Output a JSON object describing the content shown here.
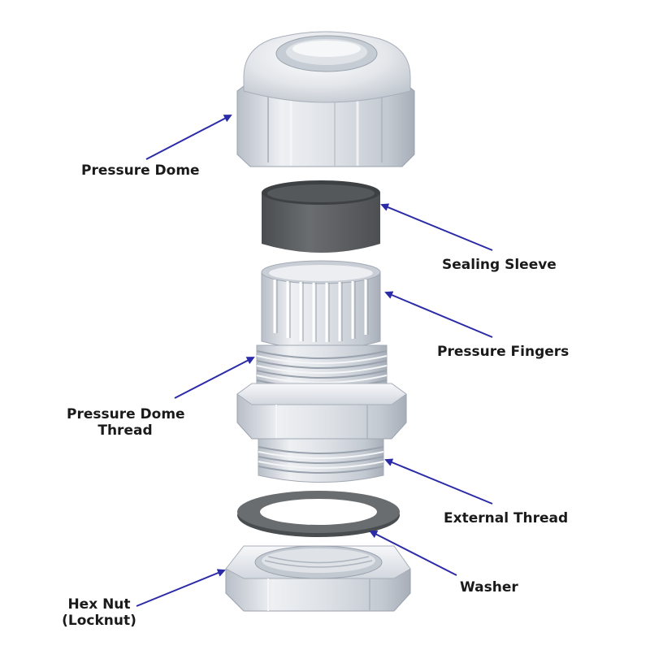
{
  "colors": {
    "arrow": "#2b2ba8",
    "plastic_light": "#eceef1",
    "plastic_mid": "#c9ced6",
    "plastic_dark": "#9aa2ad",
    "rubber": "#5b5e60",
    "rubber_dark": "#3e4143"
  },
  "labels": {
    "pressure_dome": "Pressure Dome",
    "sealing_sleeve": "Sealing Sleeve",
    "pressure_fingers": "Pressure Fingers",
    "pressure_dome_thread_line1": "Pressure Dome",
    "pressure_dome_thread_line2": "Thread",
    "external_thread": "External Thread",
    "washer": "Washer",
    "hex_nut_line1": "Hex Nut",
    "hex_nut_line2": "(Locknut)"
  }
}
